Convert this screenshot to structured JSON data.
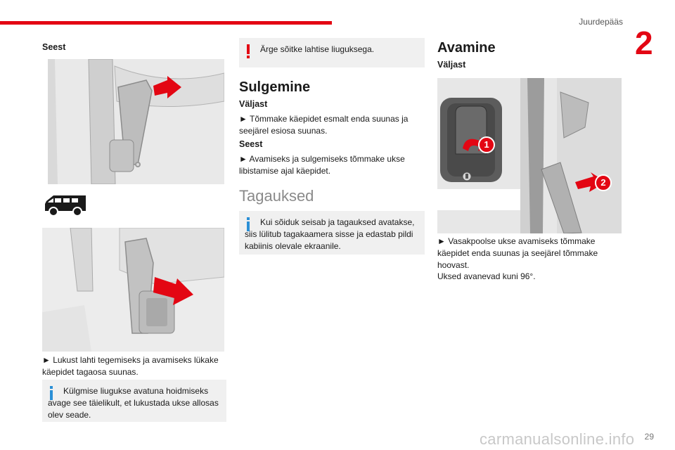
{
  "header": {
    "section": "Juurdepääs",
    "chapter": "2"
  },
  "left": {
    "subtitle": "Seest",
    "step_text": "► Lukust lahti tegemiseks ja avamiseks lükake käepidet tagaosa suunas.",
    "note": "Külgmise liugukse avatuna hoidmiseks avage see täielikult, et lukustada ukse allosas olev seade."
  },
  "middle": {
    "warning": "Ärge sõitke lahtise liuguksega.",
    "closing_title": "Sulgemine",
    "outside_label": "Väljast",
    "outside_text": "► Tõmmake käepidet esmalt enda suunas ja seejärel esiosa suunas.",
    "inside_label": "Seest",
    "inside_text": "► Avamiseks ja sulgemiseks tõmmake ukse libistamise ajal käepidet.",
    "rear_title": "Tagauksed",
    "rear_note": "Kui sõiduk seisab ja tagauksed avatakse, siis lülitub tagakaamera sisse ja edastab pildi kabiinis olevale ekraanile."
  },
  "right": {
    "opening_title": "Avamine",
    "outside_label": "Väljast",
    "step_text": "► Vasakpoolse ukse avamiseks tõmmake käepidet enda suunas ja seejärel tõmmake hoovast.",
    "doors_text": "Uksed avanevad kuni 96°.",
    "callout_1": "1",
    "callout_2": "2"
  },
  "footer": {
    "page": "29",
    "watermark": "carmanualsonline.info"
  },
  "colors": {
    "accent": "#e30613",
    "note_bg": "#f0f0f0",
    "info_blue": "#2a8fd6"
  },
  "icons": {
    "van": "van-icon",
    "info": "info-icon",
    "warning": "warning-icon"
  }
}
